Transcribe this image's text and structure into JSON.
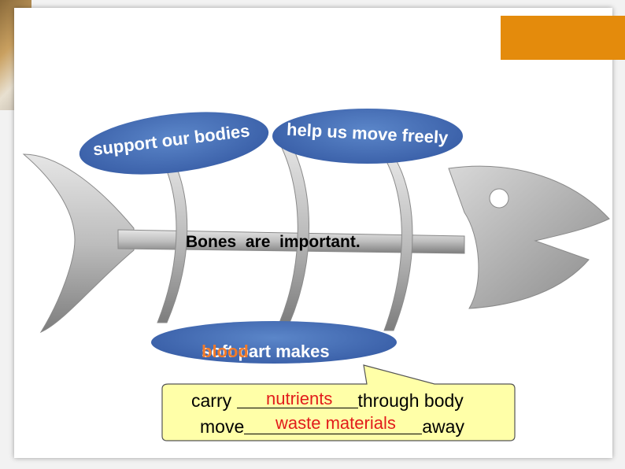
{
  "diagram": {
    "center_label": "Bones  are  important.",
    "bubbles": {
      "support": "support our bodies",
      "move": "help us move freely",
      "soft_prefix": "soft part makes ",
      "soft_highlight": "blood"
    },
    "callout": {
      "line1_prefix": "carry ",
      "line1_suffix": "through body",
      "answer1": "nutrients",
      "line2_prefix": "move",
      "line2_suffix": "away",
      "answer2": "waste materials"
    }
  },
  "colors": {
    "accent": "#e48b0c",
    "bubble": "#3d63ab",
    "callout_fill": "#ffffa8",
    "answer": "#e21b1b",
    "highlight": "#f07a2a"
  }
}
